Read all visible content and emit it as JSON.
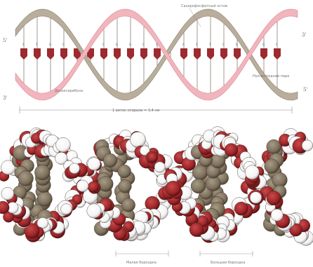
{
  "figure": {
    "labels": {
      "sugar_phosphate": "Сахарофосфатный остов",
      "deoxyribose": "Дезоксирибоза",
      "nucleotide": "Нуклеотидная пара",
      "pitch": "1 виток спирали = 3,4 нм",
      "minor_groove": "Малая бороздка",
      "major_groove": "Большая бороздка",
      "end_tl": "5'",
      "end_tr": "3'",
      "end_bl": "3'",
      "end_br": "5'"
    },
    "base_letters": [
      "A",
      "T",
      "G",
      "C",
      "A",
      "T",
      "C",
      "G",
      "G",
      "C",
      "T",
      "A",
      "A",
      "T",
      "C",
      "G",
      "G",
      "C",
      "A",
      "T"
    ]
  },
  "colors": {
    "strand_pink": "#f2b5bd",
    "strand_pink_edge": "#d98a95",
    "strand_gray": "#b9ad9c",
    "strand_gray_edge": "#8e8372",
    "base_red": "#9c2a2f",
    "atom_red": "#a0262a",
    "atom_brown": "#8a7d6a",
    "atom_white": "#ffffff"
  }
}
